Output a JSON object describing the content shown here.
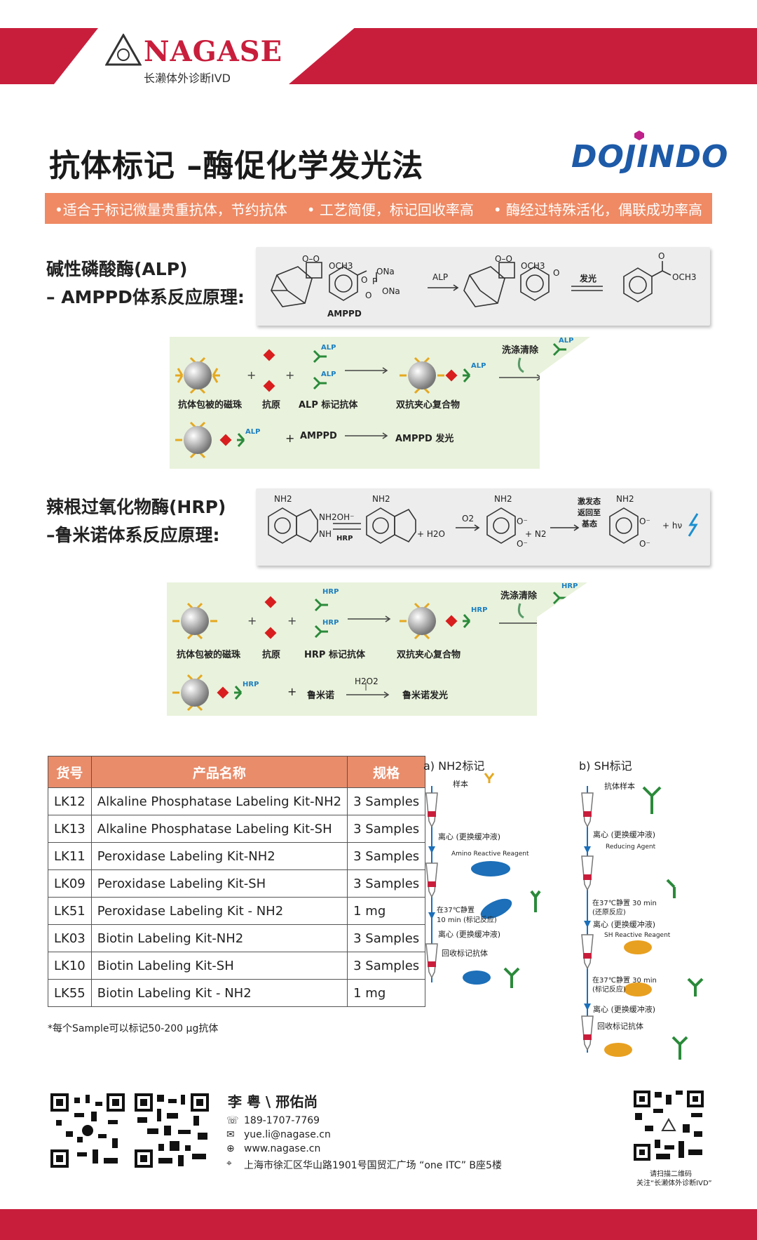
{
  "header": {
    "brand": "NAGASE",
    "brand_sub": "长濑体外诊断IVD"
  },
  "title": "抗体标记 –酶促化学发光法",
  "partner_logo": "DOJINDO",
  "banner": [
    "•适合于标记微量贵重抗体，节约抗体",
    "• 工艺简便，标记回收率高",
    "• 酶经过特殊活化，偶联成功率高"
  ],
  "alp": {
    "heading_1": "碱性磷酸酶(ALP)",
    "heading_2": "– AMPPD体系反应原理:",
    "chem": {
      "o_o": "O–O",
      "och3": "OCH3",
      "ona1": "ONa",
      "ona2": "ONa",
      "p": "P",
      "o": "O",
      "o2": "O",
      "amppd": "AMPPD",
      "enzyme": "ALP",
      "o_o2": "O–O",
      "och3_2": "OCH3",
      "o3": "O",
      "glow": "发光",
      "o4": "O",
      "och3_3": "OCH3"
    },
    "flow": {
      "bead": "抗体包被的磁珠",
      "antigen": "抗原",
      "labeled": "ALP 标记抗体",
      "complex": "双抗夹心复合物",
      "wash": "洗涤清除",
      "tag": "ALP",
      "substrate": "AMPPD",
      "result": "AMPPD 发光",
      "plus": "+"
    }
  },
  "hrp": {
    "heading_1": "辣根过氧化物酶(HRP)",
    "heading_2": "–鲁米诺体系反应原理:",
    "chem": {
      "nh2": "NH2",
      "o": "O",
      "nh": "NH",
      "oh": "2OH⁻",
      "hrp": "HRP",
      "n": "N",
      "h2o": "+ H2O",
      "o2": "O2",
      "ominus": "O⁻",
      "n2": "+ N2",
      "excite_1": "激发态",
      "excite_2": "返回至",
      "excite_3": "基态",
      "hv": "+ hν"
    },
    "flow": {
      "bead": "抗体包被的磁珠",
      "antigen": "抗原",
      "labeled": "HRP 标记抗体",
      "complex": "双抗夹心复合物",
      "wash": "洗涤清除",
      "tag": "HRP",
      "h2o2": "H2O2",
      "substrate": "鲁米诺",
      "result": "鲁米诺发光",
      "plus": "+"
    }
  },
  "table": {
    "headers": [
      "货号",
      "产品名称",
      "规格"
    ],
    "rows": [
      [
        "LK12",
        "Alkaline Phosphatase Labeling Kit-NH2",
        "3 Samples"
      ],
      [
        "LK13",
        "Alkaline Phosphatase Labeling Kit-SH",
        "3 Samples"
      ],
      [
        "LK11",
        "Peroxidase Labeling Kit-NH2",
        "3 Samples"
      ],
      [
        "LK09",
        "Peroxidase Labeling Kit-SH",
        "3 Samples"
      ],
      [
        "LK51",
        "Peroxidase Labeling Kit - NH2",
        "1 mg"
      ],
      [
        "LK03",
        "Biotin Labeling Kit-NH2",
        "3 Samples"
      ],
      [
        "LK10",
        "Biotin Labeling Kit-SH",
        "3 Samples"
      ],
      [
        "LK55",
        "Biotin Labeling Kit - NH2",
        "1 mg"
      ]
    ],
    "footnote": "*每个Sample可以标记50-200 μg抗体"
  },
  "protocol_a": {
    "title": "a) NH2标记",
    "steps": [
      "样本",
      "离心 (更换缓冲液)",
      "Amino Reactive Reagent",
      "在37℃静置",
      "10 min (标记反应)",
      "离心 (更换缓冲液)",
      "回收标记抗体"
    ]
  },
  "protocol_b": {
    "title": "b) SH标记",
    "steps": [
      "抗体样本",
      "离心 (更换缓冲液)",
      "Reducing Agent",
      "在37℃静置 30 min",
      "(还原反应)",
      "离心 (更换缓冲液)",
      "SH Reactive Reagent",
      "在37℃静置 30 min",
      "(标记反应)",
      "离心 (更换缓冲液)",
      "回收标记抗体"
    ]
  },
  "contact": {
    "name": "李 粤 \\ 邢佑尚",
    "phone": "189-1707-7769",
    "email": "yue.li@nagase.cn",
    "web": "www.nagase.cn",
    "address": "上海市徐汇区华山路1901号国贸汇广场 “one ITC” B座5楼",
    "qr_caption_1": "请扫描二维码",
    "qr_caption_2": "关注“长濑体外诊断IVD”"
  },
  "colors": {
    "brand_red": "#c81e3c",
    "accent_orange": "#ef8a64",
    "dojindo_blue": "#1d5aa8",
    "green_panel": "#e9f2dc"
  }
}
